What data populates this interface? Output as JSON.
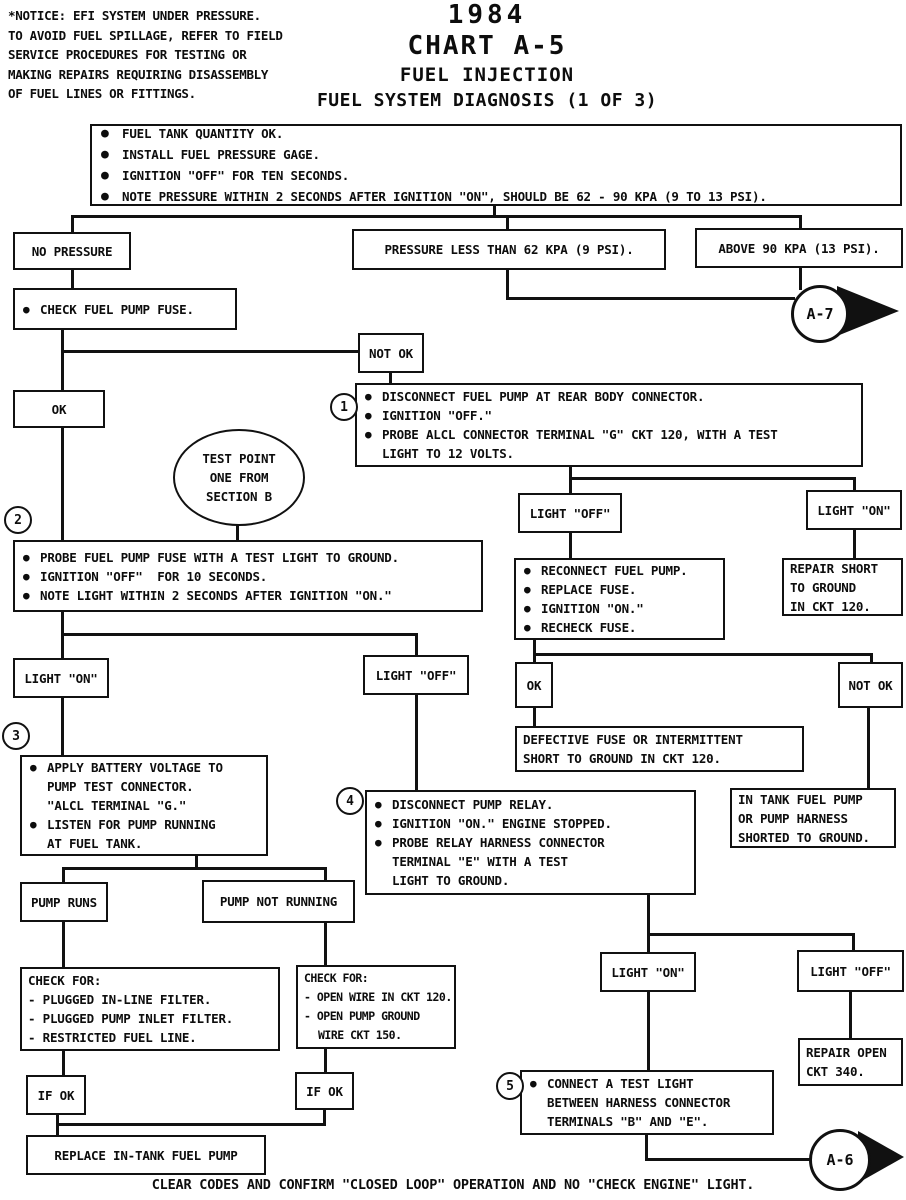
{
  "notice": {
    "lines": [
      "*NOTICE: EFI SYSTEM UNDER PRESSURE.",
      "TO AVOID FUEL SPILLAGE, REFER TO FIELD",
      "SERVICE PROCEDURES FOR TESTING OR",
      "MAKING REPAIRS REQUIRING DISASSEMBLY",
      "OF FUEL LINES OR FITTINGS."
    ]
  },
  "title": {
    "year": "1984",
    "chart": "CHART A-5",
    "system": "FUEL INJECTION",
    "diagnosis": "FUEL SYSTEM DIAGNOSIS (1 OF 3)"
  },
  "intro": {
    "bullets": [
      "FUEL TANK QUANTITY OK.",
      "INSTALL FUEL PRESSURE GAGE.",
      "IGNITION \"OFF\" FOR TEN SECONDS.",
      "NOTE PRESSURE WITHIN 2 SECONDS AFTER IGNITION \"ON\", SHOULD BE 62 - 90 KPA (9 TO 13 PSI)."
    ]
  },
  "branches": {
    "no_pressure": "NO PRESSURE",
    "pressure_less": "PRESSURE LESS THAN 62 KPA (9 PSI).",
    "above_90": "ABOVE 90 KPA (13 PSI).",
    "not_ok": "NOT OK",
    "ok": "OK",
    "light_on": "LIGHT \"ON\"",
    "light_off": "LIGHT \"OFF\"",
    "pump_runs": "PUMP RUNS",
    "pump_not_running": "PUMP NOT RUNNING",
    "if_ok": "IF OK"
  },
  "connectors": {
    "a7": "A-7",
    "a6": "A-6"
  },
  "ellipse": {
    "lines": [
      "TEST POINT",
      "ONE FROM",
      "SECTION B"
    ]
  },
  "steps": {
    "check_fuse": {
      "text": "CHECK FUEL PUMP FUSE."
    },
    "s1": {
      "num": "1",
      "lines": [
        "DISCONNECT FUEL PUMP AT REAR BODY CONNECTOR.",
        "IGNITION \"OFF.\"",
        "PROBE ALCL CONNECTOR TERMINAL \"G\" CKT 120, WITH A TEST",
        "LIGHT TO 12 VOLTS."
      ]
    },
    "s2": {
      "num": "2",
      "lines": [
        "PROBE FUEL PUMP FUSE WITH A TEST LIGHT TO GROUND.",
        "IGNITION \"OFF\"  FOR 10 SECONDS.",
        "NOTE LIGHT WITHIN 2 SECONDS AFTER IGNITION \"ON.\""
      ]
    },
    "s3": {
      "num": "3",
      "lines": [
        "APPLY BATTERY VOLTAGE TO",
        "PUMP TEST CONNECTOR.",
        "\"ALCL TERMINAL \"G.\"",
        "LISTEN FOR PUMP RUNNING",
        "AT FUEL TANK."
      ]
    },
    "s4": {
      "num": "4",
      "lines": [
        "DISCONNECT PUMP RELAY.",
        "IGNITION \"ON.\" ENGINE STOPPED.",
        "PROBE RELAY HARNESS CONNECTOR",
        "TERMINAL \"E\" WITH A TEST",
        "LIGHT TO GROUND."
      ]
    },
    "s5": {
      "num": "5",
      "lines": [
        "CONNECT A TEST LIGHT",
        "BETWEEN HARNESS CONNECTOR",
        "TERMINALS \"B\" AND \"E\"."
      ]
    },
    "reconnect": {
      "lines": [
        "RECONNECT FUEL PUMP.",
        "REPLACE FUSE.",
        "IGNITION \"ON.\"",
        "RECHECK FUSE."
      ]
    }
  },
  "results": {
    "repair_short": {
      "lines": [
        "REPAIR SHORT",
        "TO GROUND",
        "IN CKT 120."
      ]
    },
    "defective": {
      "lines": [
        "DEFECTIVE FUSE OR INTERMITTENT",
        "SHORT TO GROUND IN CKT 120."
      ]
    },
    "in_tank": {
      "lines": [
        "IN TANK FUEL PUMP",
        "OR PUMP HARNESS",
        "SHORTED TO GROUND."
      ]
    },
    "check_left": {
      "lines": [
        "CHECK FOR:",
        "- PLUGGED IN-LINE FILTER.",
        "- PLUGGED PUMP INLET FILTER.",
        "- RESTRICTED FUEL LINE."
      ]
    },
    "check_right": {
      "lines": [
        "CHECK FOR:",
        "- OPEN WIRE IN CKT 120.",
        "- OPEN PUMP GROUND",
        "WIRE CKT 150."
      ]
    },
    "repair_open": {
      "lines": [
        "REPAIR OPEN",
        "CKT 340."
      ]
    },
    "replace_pump": {
      "text": "REPLACE IN-TANK FUEL PUMP"
    }
  },
  "footer": {
    "text": "CLEAR CODES AND CONFIRM \"CLOSED LOOP\" OPERATION AND NO \"CHECK ENGINE\" LIGHT."
  }
}
